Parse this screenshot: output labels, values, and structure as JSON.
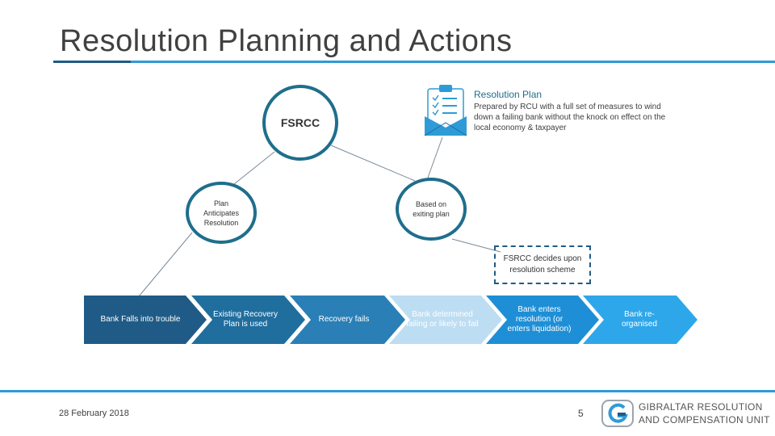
{
  "slide": {
    "title": "Resolution Planning and Actions",
    "footer_date": "28 February 2018",
    "page_number": "5",
    "logo": {
      "line1": "GIBRALTAR RESOLUTION",
      "line2": "AND COMPENSATION UNIT",
      "icon": "g-logo-icon"
    }
  },
  "diagram": {
    "fsrcc": "FSRCC",
    "plan_anticipates": "Plan Anticipates Resolution",
    "based_on": "Based on exiting plan",
    "resolution_plan": {
      "title": "Resolution Plan",
      "description": "Prepared by RCU with a full set of measures to wind down a failing bank without the knock on effect on the local economy & taxpayer",
      "icon": "clipboard-checklist-icon"
    },
    "decides": "FSRCC decides upon resolution scheme",
    "steps": [
      {
        "label": "Bank Falls into trouble",
        "color": "#1F5B86",
        "text_color": "#ffffff"
      },
      {
        "label": "Existing Recovery Plan is used",
        "color": "#1F6E9E",
        "text_color": "#ffffff"
      },
      {
        "label": "Recovery fails",
        "color": "#2A7FB6",
        "text_color": "#ffffff"
      },
      {
        "label": "Bank determined failing or likely to fail",
        "color": "#BDDDF2",
        "text_color": "#ffffff"
      },
      {
        "label": "Bank enters resolution (or enters liquidation)",
        "color": "#1E8FD6",
        "text_color": "#ffffff"
      },
      {
        "label": "Bank re-organised",
        "color": "#2EA6EA",
        "text_color": "#ffffff"
      }
    ]
  },
  "colors": {
    "accent": "#2E9BD6",
    "circle_border": "#1F6E8C",
    "dark_blue": "#1F5B86"
  }
}
